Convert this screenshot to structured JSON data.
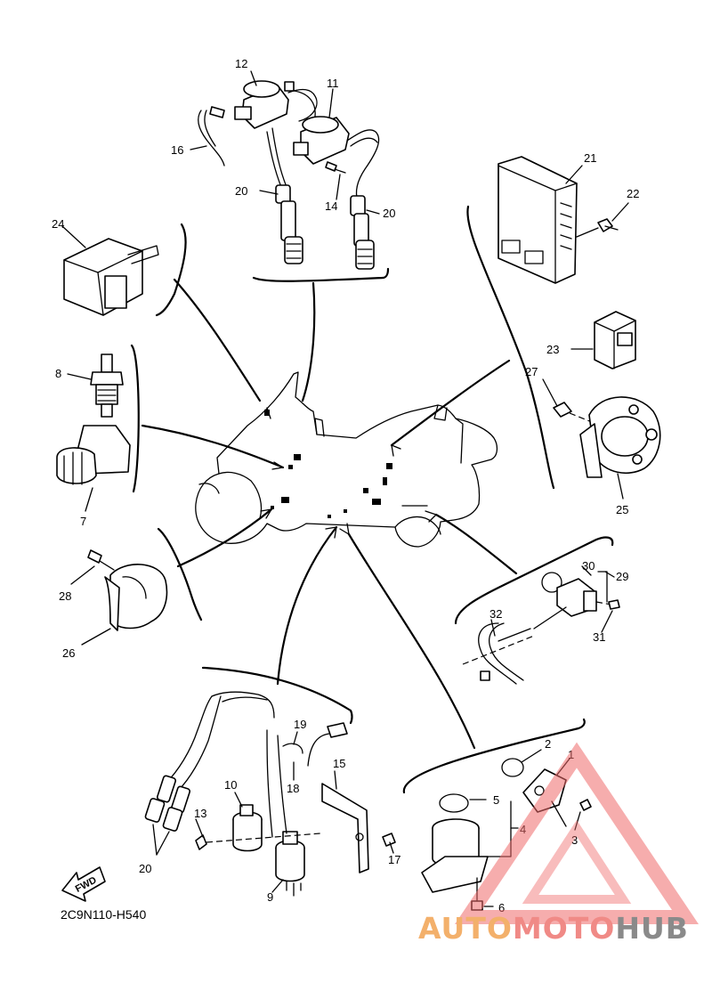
{
  "diagram": {
    "diagram_code": "2C9N110-H540",
    "fwd_label": "FWD",
    "callouts": {
      "p1": "1",
      "p2": "2",
      "p3": "3",
      "p4": "4",
      "p5": "5",
      "p6": "6",
      "p7": "7",
      "p8": "8",
      "p9": "9",
      "p10": "10",
      "p11": "11",
      "p12": "12",
      "p13": "13",
      "p14": "14",
      "p15": "15",
      "p16": "16",
      "p17": "17",
      "p18": "18",
      "p19": "19",
      "p20a": "20",
      "p20b": "20",
      "p20c": "20",
      "p21": "21",
      "p22": "22",
      "p23": "23",
      "p24": "24",
      "p25": "25",
      "p26": "26",
      "p27": "27",
      "p28": "28",
      "p29": "29",
      "p30": "30",
      "p31": "31",
      "p32": "32"
    }
  },
  "watermark": {
    "part1": "AUTO",
    "part2": "MOTO",
    "part3": "HUB",
    "colors": {
      "auto": "#f3b06b",
      "moto": "#f08a86",
      "hub": "#8a8a8a",
      "triangle": "#ef6a6a"
    }
  }
}
